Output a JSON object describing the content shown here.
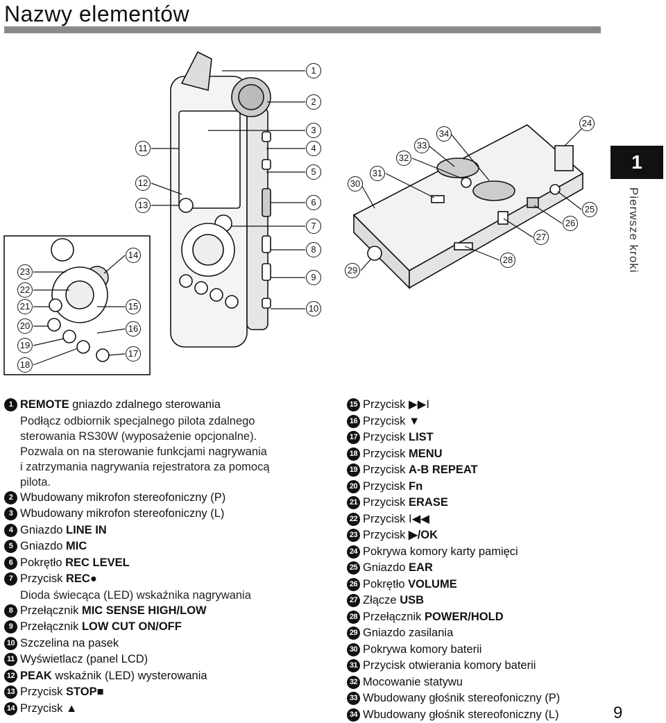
{
  "header": {
    "title": "Nazwy elementów"
  },
  "chapter": {
    "number": "1",
    "title": "Pierwsze kroki"
  },
  "page_number": "9",
  "left_items": [
    {
      "num": "1",
      "bold": "REMOTE",
      "text": " gniazdo zdalnego sterowania",
      "desc": [
        "Podłącz odbiornik specjalnego pilota zdalnego",
        "sterowania RS30W (wyposażenie opcjonalne).",
        "Pozwala on na sterowanie funkcjami nagrywania",
        "i zatrzymania nagrywania rejestratora za pomocą",
        "pilota."
      ]
    },
    {
      "num": "2",
      "text": "Wbudowany mikrofon stereofoniczny (P)"
    },
    {
      "num": "3",
      "text": "Wbudowany mikrofon stereofoniczny (L)"
    },
    {
      "num": "4",
      "text": "Gniazdo ",
      "bold": "LINE IN",
      "bold_after": true
    },
    {
      "num": "5",
      "text": "Gniazdo ",
      "bold": "MIC",
      "bold_after": true
    },
    {
      "num": "6",
      "text": "Pokrętło ",
      "bold": "REC LEVEL",
      "bold_after": true
    },
    {
      "num": "7",
      "text": "Przycisk ",
      "bold": "REC●",
      "bold_after": true,
      "desc": [
        "Dioda świecąca (LED) wskaźnika nagrywania"
      ]
    },
    {
      "num": "8",
      "text": "Przełącznik ",
      "bold": "MIC SENSE HIGH/LOW",
      "bold_after": true
    },
    {
      "num": "9",
      "text": "Przełącznik ",
      "bold": "LOW CUT ON/OFF",
      "bold_after": true
    },
    {
      "num": "10",
      "text": "Szczelina na pasek"
    },
    {
      "num": "11",
      "text": "Wyświetlacz (panel LCD)"
    },
    {
      "num": "12",
      "bold": "PEAK",
      "text": " wskaźnik (LED) wysterowania"
    },
    {
      "num": "13",
      "text": "Przycisk ",
      "bold": "STOP■",
      "bold_after": true
    },
    {
      "num": "14",
      "text": "Przycisk ▲"
    }
  ],
  "right_items": [
    {
      "num": "15",
      "text": "Przycisk ▶▶I"
    },
    {
      "num": "16",
      "text": "Przycisk ▼"
    },
    {
      "num": "17",
      "text": "Przycisk ",
      "bold": "LIST",
      "bold_after": true
    },
    {
      "num": "18",
      "text": "Przycisk ",
      "bold": "MENU",
      "bold_after": true
    },
    {
      "num": "19",
      "text": "Przycisk ",
      "bold": "A-B REPEAT",
      "bold_after": true
    },
    {
      "num": "20",
      "text": "Przycisk ",
      "bold": "Fn",
      "bold_after": true
    },
    {
      "num": "21",
      "text": "Przycisk ",
      "bold": "ERASE",
      "bold_after": true
    },
    {
      "num": "22",
      "text": "Przycisk I◀◀"
    },
    {
      "num": "23",
      "text": "Przycisk ",
      "bold": "▶/OK",
      "bold_after": true
    },
    {
      "num": "24",
      "text": "Pokrywa komory karty pamięci"
    },
    {
      "num": "25",
      "text": "Gniazdo ",
      "bold": "EAR",
      "bold_after": true
    },
    {
      "num": "26",
      "text": "Pokrętło ",
      "bold": "VOLUME",
      "bold_after": true
    },
    {
      "num": "27",
      "text": "Złącze ",
      "bold": "USB",
      "bold_after": true
    },
    {
      "num": "28",
      "text": "Przełącznik ",
      "bold": "POWER/HOLD",
      "bold_after": true
    },
    {
      "num": "29",
      "text": "Gniazdo zasilania"
    },
    {
      "num": "30",
      "text": "Pokrywa komory baterii"
    },
    {
      "num": "31",
      "text": "Przycisk otwierania komory baterii"
    },
    {
      "num": "32",
      "text": "Mocowanie statywu"
    },
    {
      "num": "33",
      "text": "Wbudowany głośnik stereofoniczny (P)"
    },
    {
      "num": "34",
      "text": "Wbudowany głośnik stereofoniczny (L)"
    }
  ],
  "diagram": {
    "callouts": [
      "1",
      "2",
      "3",
      "4",
      "5",
      "6",
      "7",
      "8",
      "9",
      "10",
      "11",
      "12",
      "13",
      "14",
      "15",
      "16",
      "17",
      "18",
      "19",
      "20",
      "21",
      "22",
      "23",
      "24",
      "25",
      "26",
      "27",
      "28",
      "29",
      "30",
      "31",
      "32",
      "33",
      "34"
    ]
  }
}
